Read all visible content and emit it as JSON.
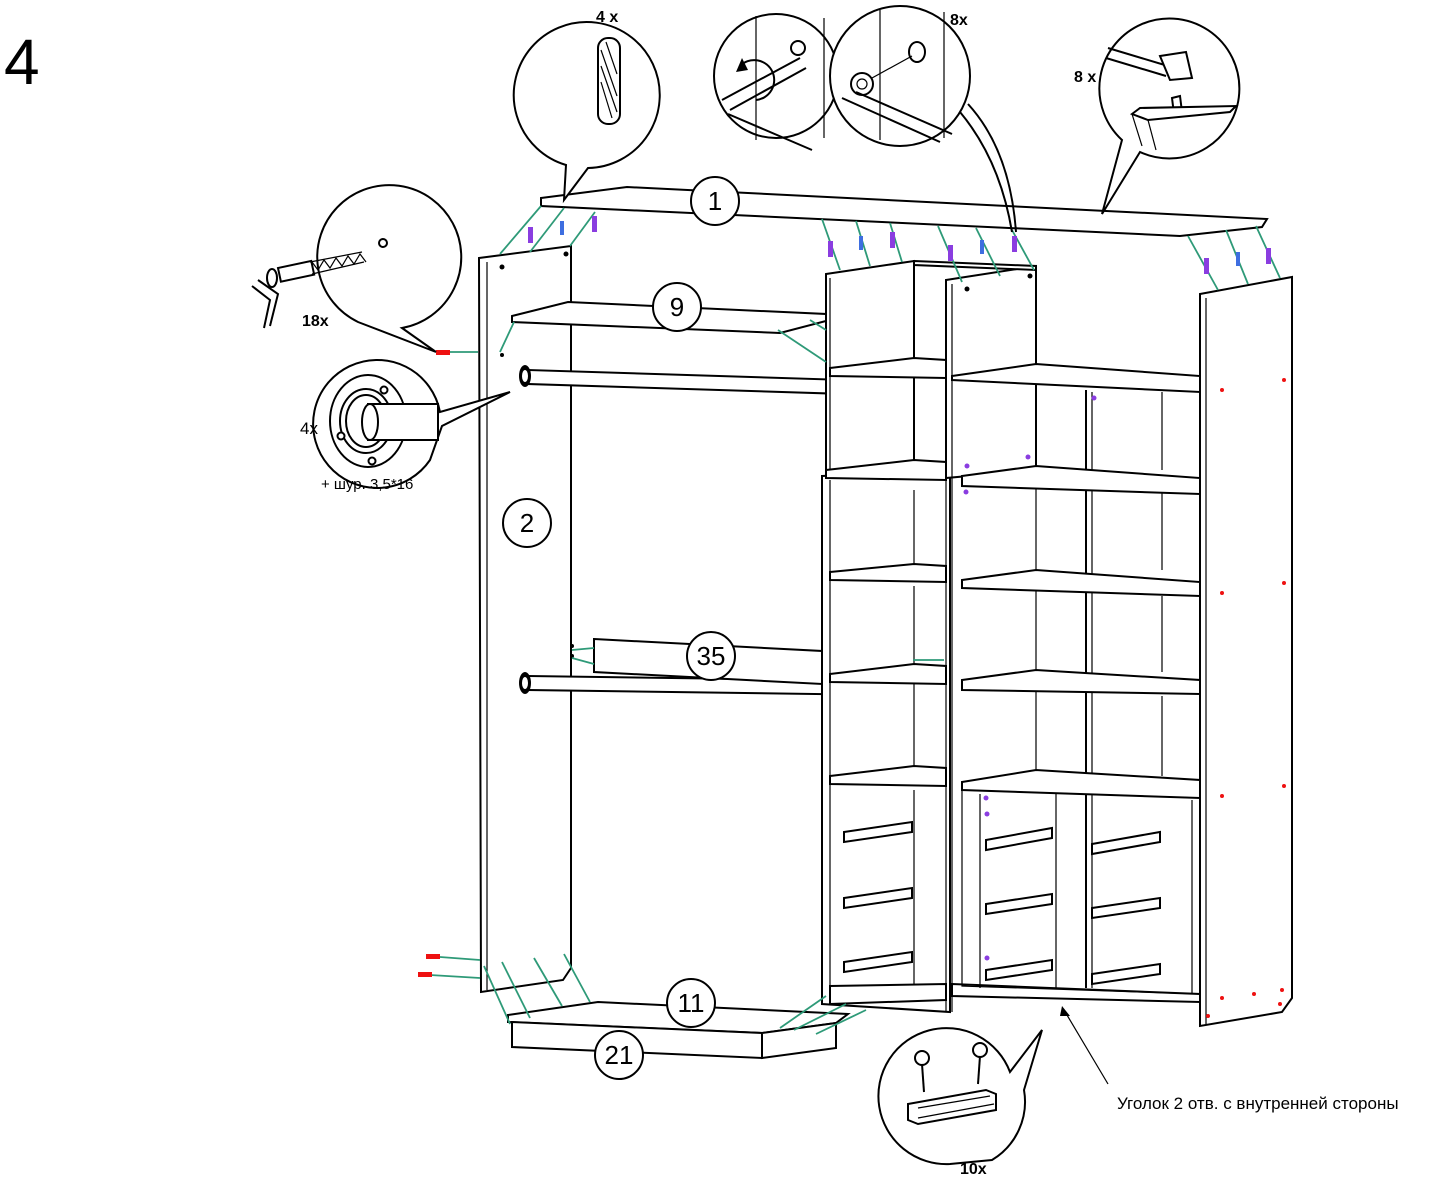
{
  "step": {
    "number": "4"
  },
  "parts": {
    "p1": "1",
    "p2": "2",
    "p9": "9",
    "p11": "11",
    "p21": "21",
    "p35": "35"
  },
  "callouts": {
    "dowel_qty": "4 x",
    "cam_qty": "8x",
    "nail_qty": "8 x",
    "screw_qty": "18x",
    "rod_holder_qty": "4x",
    "rod_holder_screw": "+ шур. 3,5*16",
    "bracket_qty": "10x",
    "bracket_note": "Уголок 2 отв. с внутренней стороны"
  }
}
